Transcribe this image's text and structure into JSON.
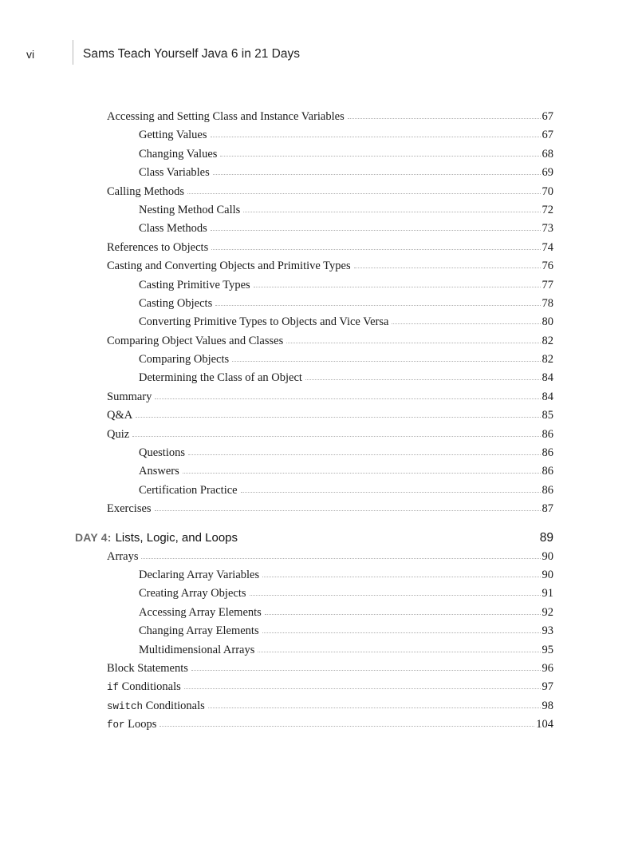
{
  "header": {
    "page_number": "vi",
    "book_title": "Sams Teach Yourself Java 6 in 21 Days"
  },
  "toc_part1": [
    {
      "level": 1,
      "title": "Accessing and Setting Class and Instance Variables",
      "page": "67"
    },
    {
      "level": 2,
      "title": "Getting Values",
      "page": "67"
    },
    {
      "level": 2,
      "title": "Changing Values",
      "page": "68"
    },
    {
      "level": 2,
      "title": "Class Variables",
      "page": "69"
    },
    {
      "level": 1,
      "title": "Calling Methods",
      "page": "70"
    },
    {
      "level": 2,
      "title": "Nesting Method Calls",
      "page": "72"
    },
    {
      "level": 2,
      "title": "Class Methods",
      "page": "73"
    },
    {
      "level": 1,
      "title": "References to Objects",
      "page": "74"
    },
    {
      "level": 1,
      "title": "Casting and Converting Objects and Primitive Types",
      "page": "76"
    },
    {
      "level": 2,
      "title": "Casting Primitive Types",
      "page": "77"
    },
    {
      "level": 2,
      "title": "Casting Objects",
      "page": "78"
    },
    {
      "level": 2,
      "title": "Converting Primitive Types to Objects and Vice Versa",
      "page": "80"
    },
    {
      "level": 1,
      "title": "Comparing Object Values and Classes",
      "page": "82"
    },
    {
      "level": 2,
      "title": "Comparing Objects",
      "page": "82"
    },
    {
      "level": 2,
      "title": "Determining the Class of an Object",
      "page": "84"
    },
    {
      "level": 1,
      "title": "Summary",
      "page": "84"
    },
    {
      "level": 1,
      "title": "Q&A",
      "page": "85"
    },
    {
      "level": 1,
      "title": "Quiz",
      "page": "86"
    },
    {
      "level": 2,
      "title": "Questions",
      "page": "86"
    },
    {
      "level": 2,
      "title": "Answers",
      "page": "86"
    },
    {
      "level": 2,
      "title": "Certification Practice",
      "page": "86"
    },
    {
      "level": 1,
      "title": "Exercises",
      "page": "87"
    }
  ],
  "day4": {
    "label": "DAY 4:",
    "title": "Lists, Logic, and Loops",
    "page": "89"
  },
  "toc_part2": [
    {
      "level": 1,
      "title": "Arrays",
      "page": "90"
    },
    {
      "level": 2,
      "title": "Declaring Array Variables",
      "page": "90"
    },
    {
      "level": 2,
      "title": "Creating Array Objects",
      "page": "91"
    },
    {
      "level": 2,
      "title": "Accessing Array Elements",
      "page": "92"
    },
    {
      "level": 2,
      "title": "Changing Array Elements",
      "page": "93"
    },
    {
      "level": 2,
      "title": "Multidimensional Arrays",
      "page": "95"
    },
    {
      "level": 1,
      "title": "Block Statements",
      "page": "96"
    },
    {
      "level": 1,
      "code": "if",
      "title": "Conditionals",
      "page": "97"
    },
    {
      "level": 1,
      "code": "switch",
      "title": "Conditionals",
      "page": "98"
    },
    {
      "level": 1,
      "code": "for",
      "title": "Loops",
      "page": "104"
    }
  ]
}
